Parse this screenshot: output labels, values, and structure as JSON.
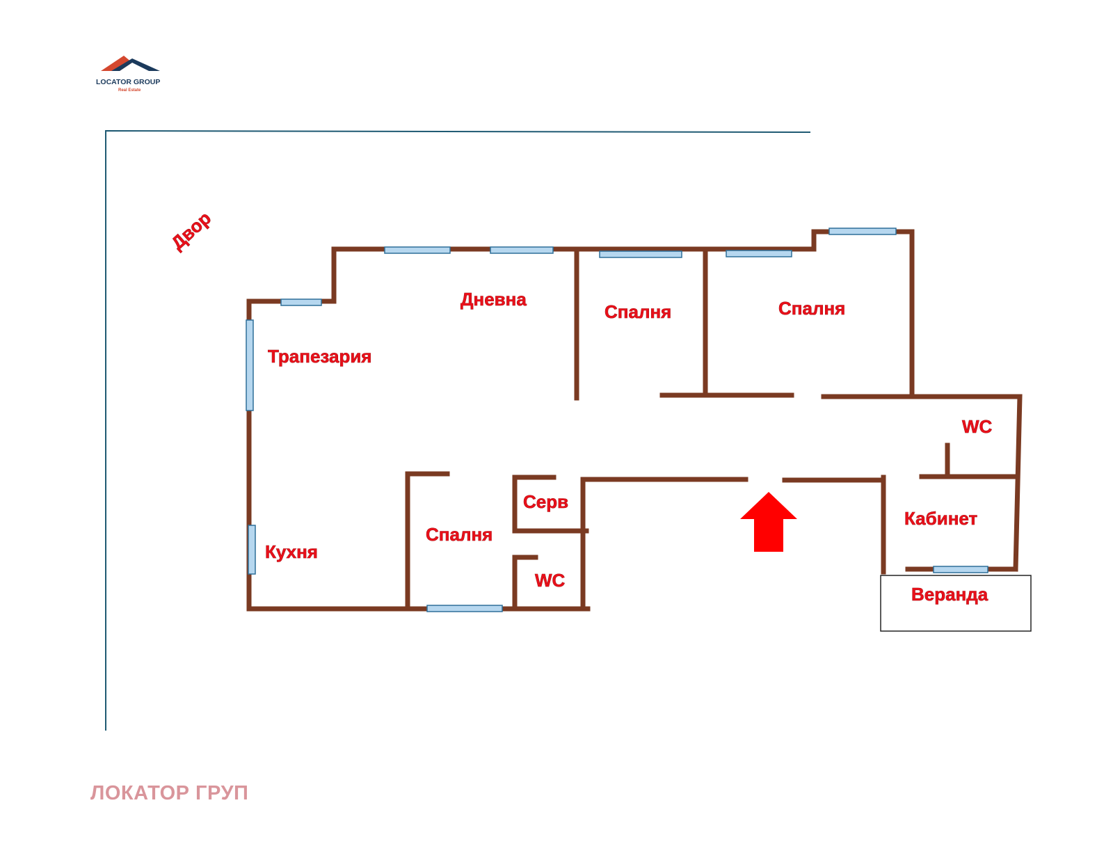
{
  "logo": {
    "name": "LOCATOR GROUP",
    "tagline": "Real Estate",
    "colors": {
      "peak_dark": "#1b3a5c",
      "peak_accent": "#d4482f"
    }
  },
  "plan": {
    "yard_label": "Двор",
    "rooms": {
      "living": "Дневна",
      "bedroom_1": "Спалня",
      "bedroom_2": "Спалня",
      "dining": "Трапезария",
      "wc_1": "WC",
      "serv": "Серв",
      "bedroom_3": "Спалня",
      "office": "Кабинет",
      "kitchen": "Кухня",
      "wc_2": "WC",
      "veranda": "Веранда"
    },
    "entrance_marker": "arrow-up-icon",
    "colors": {
      "wall": "#7a3a22",
      "window": "#b6d7ef",
      "label": "#e8101a",
      "arrow": "#ff0000"
    }
  },
  "footer": {
    "text": "ЛОКАТОР ГРУП"
  }
}
